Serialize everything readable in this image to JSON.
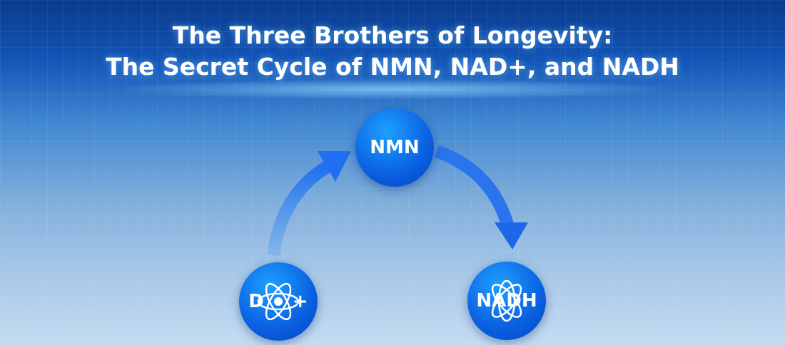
{
  "title": {
    "line1": "The Three Brothers of Longevity:",
    "line2": "The Secret Cycle of NMN, NAD+, and NADH"
  },
  "nodes": {
    "nmn": "NMN",
    "nad_left": "D",
    "nad_right": "+",
    "nadh": "NADH"
  },
  "icons": [
    "atom-icon",
    "arrow-icon"
  ],
  "colors": {
    "node": "#0a5fe0",
    "arrow": "#2f7cf0"
  }
}
